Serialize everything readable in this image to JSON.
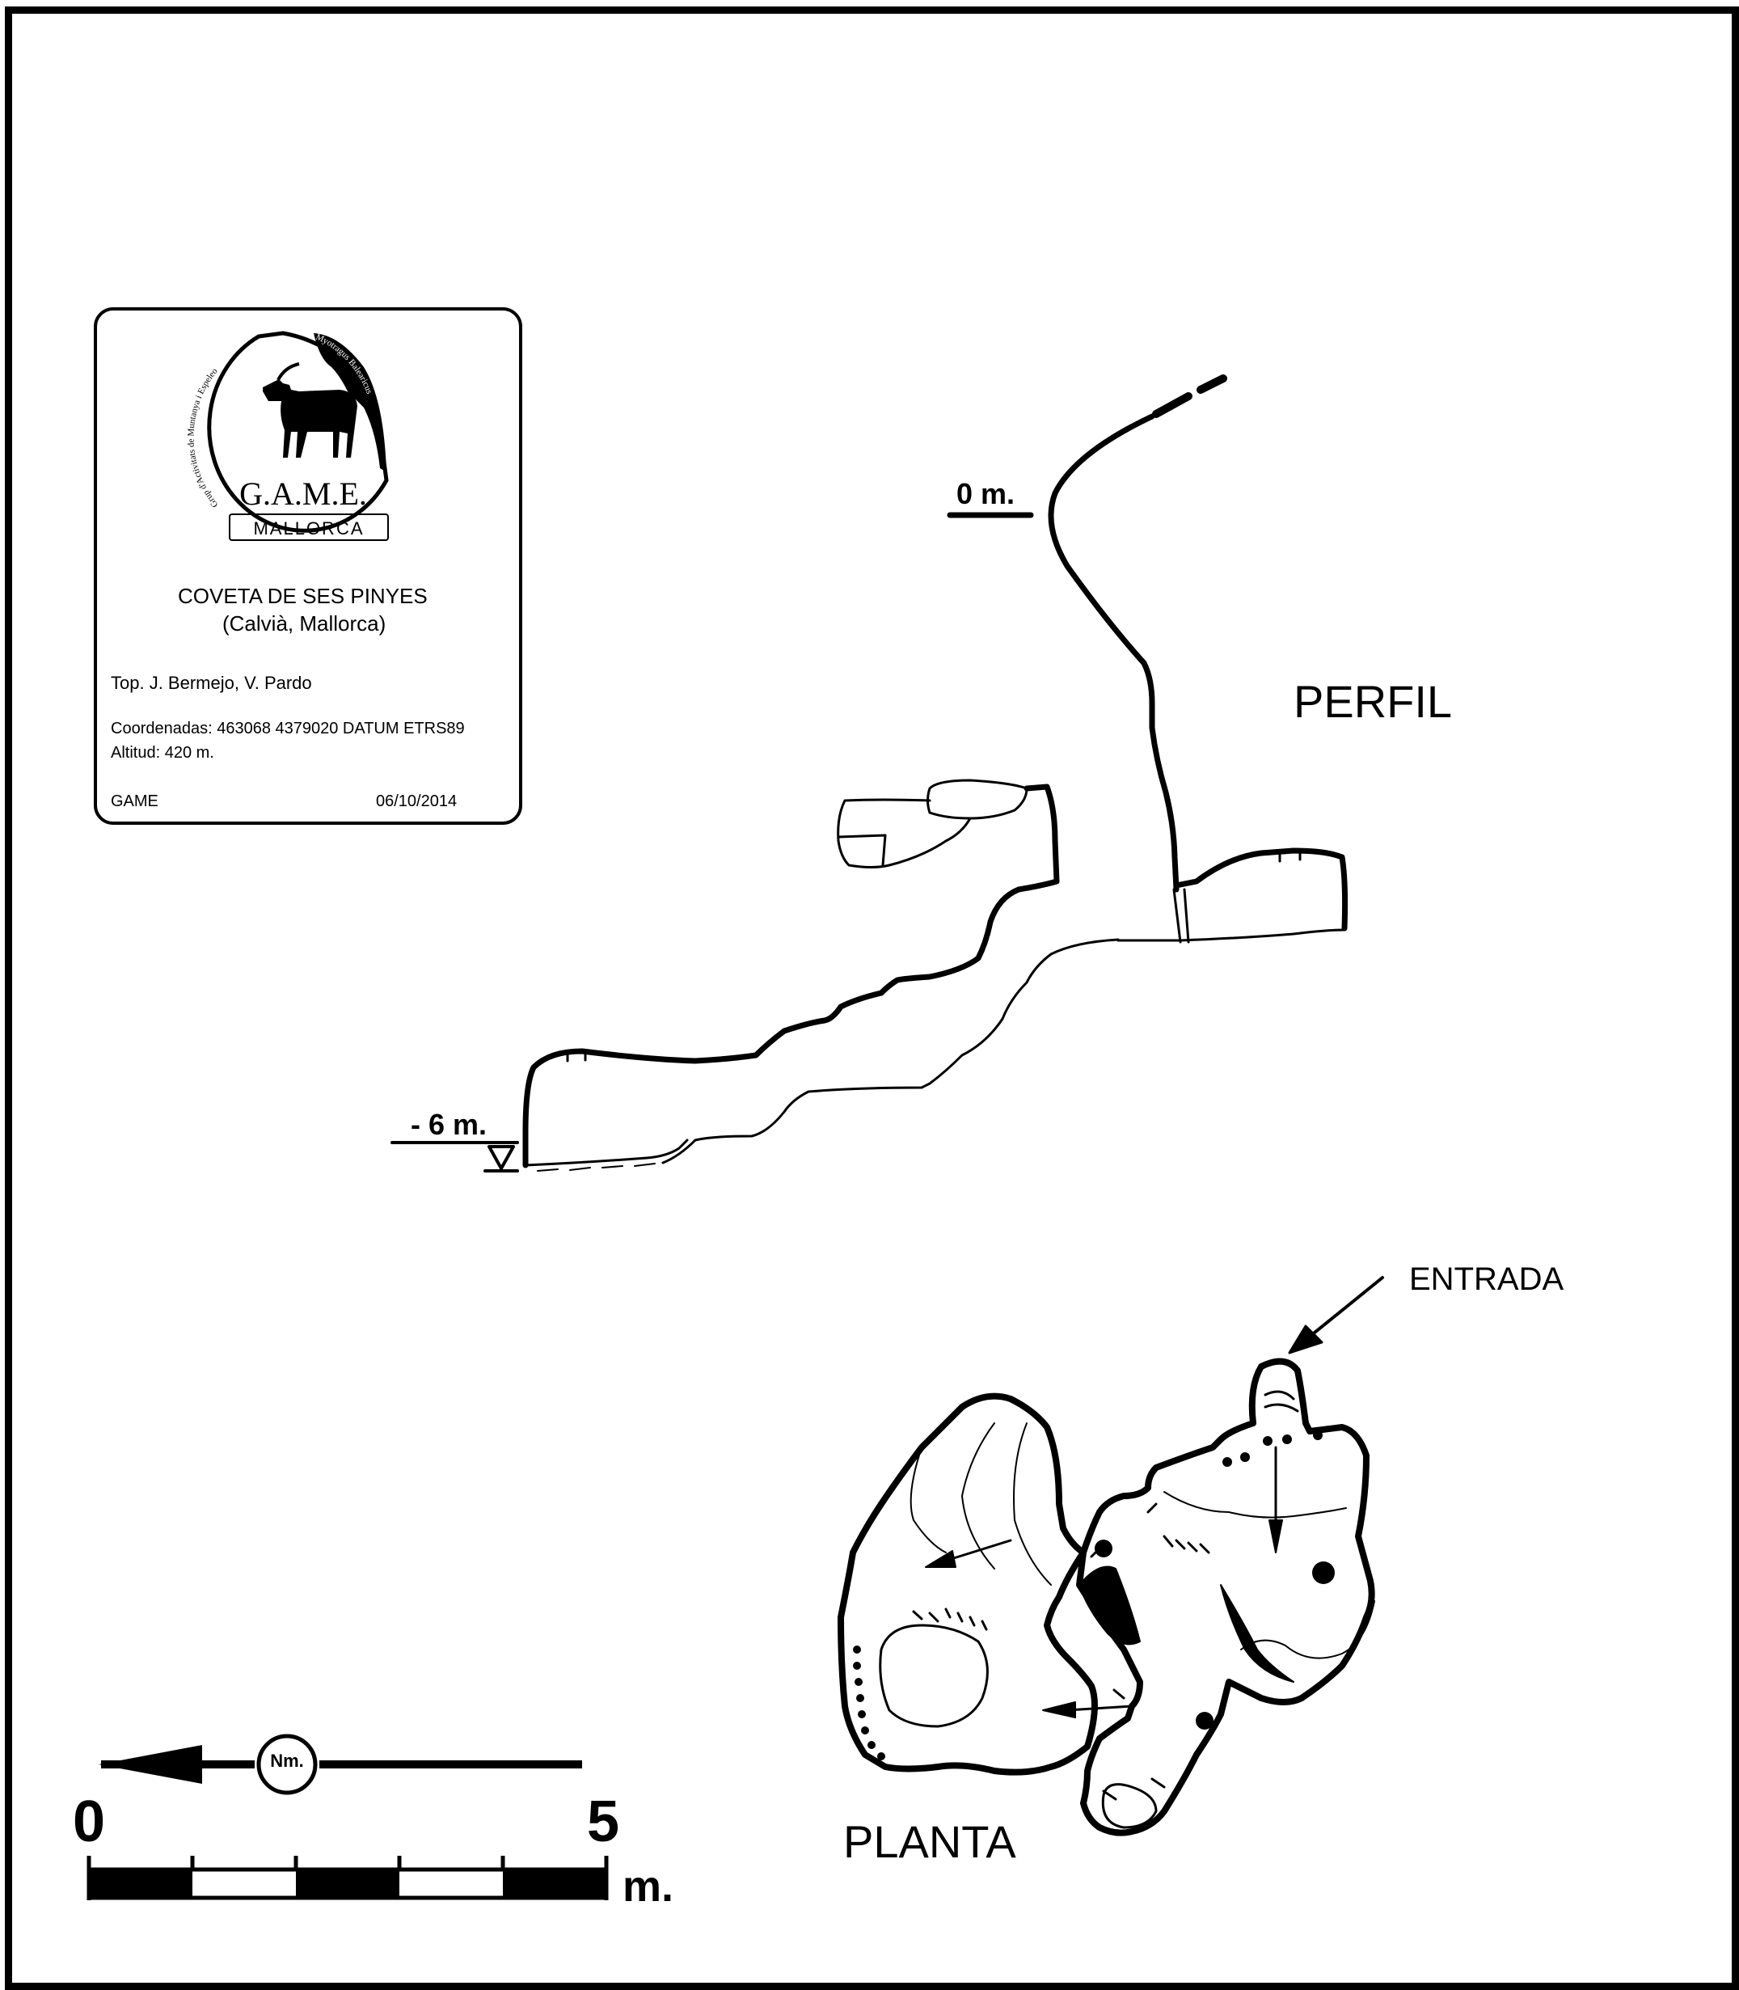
{
  "info_box": {
    "logo": {
      "main_text": "G.A.M.E.",
      "subtitle": "MALLORCA",
      "arc_text_left": "Grup d'Activitats de Muntanya i Espeleo",
      "arc_text_right": "Myotragus Balearicus",
      "icon": "goat-silhouette-icon"
    },
    "cave_name": "COVETA DE SES PINYES",
    "cave_location": "(Calvià, Mallorca)",
    "surveyors": "Top.  J. Bermejo, V. Pardo",
    "coordinates": "Coordenadas:  463068 4379020 DATUM ETRS89",
    "altitude": "Altitud:  420 m.",
    "author": "GAME",
    "date": "06/10/2014"
  },
  "profile": {
    "title": "PERFIL",
    "depth_top": "0 m.",
    "depth_bottom": "- 6 m."
  },
  "plan": {
    "title": "PLANTA",
    "entrance_label": "ENTRADA"
  },
  "north_arrow": {
    "label": "Nm.",
    "icon": "north-arrow-icon"
  },
  "scale_bar": {
    "start": "0",
    "end": "5",
    "unit": "m."
  },
  "colors": {
    "ink": "#000000",
    "paper": "#ffffff"
  }
}
